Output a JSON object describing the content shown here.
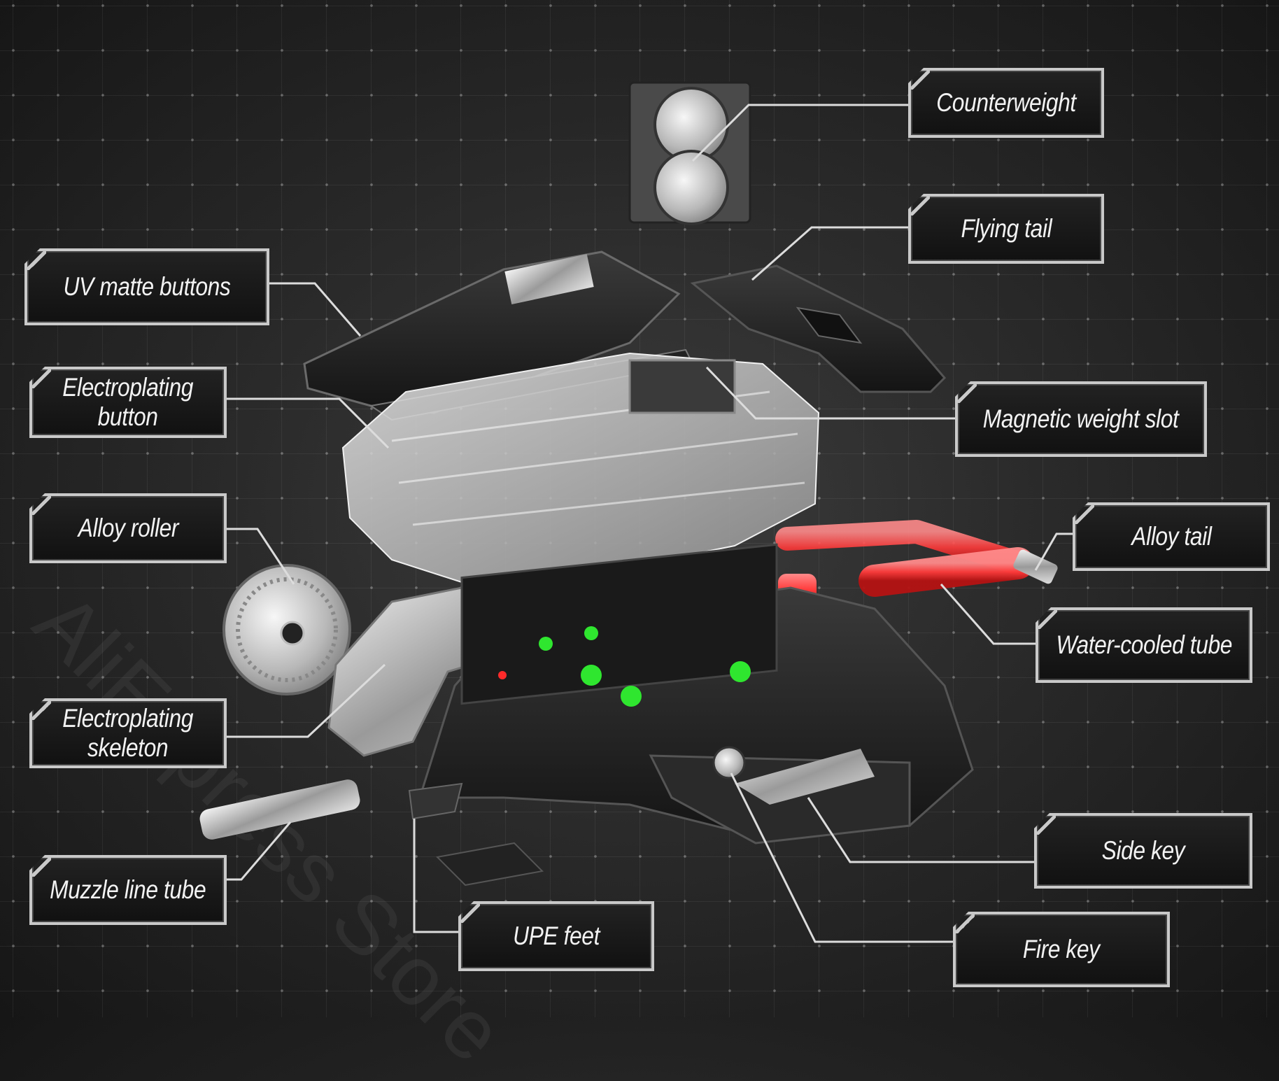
{
  "labels": {
    "counterweight": "Counterweight",
    "flying_tail": "Flying tail",
    "uv_matte_buttons": "UV matte buttons",
    "electroplating_button": "Electroplating\nbutton",
    "magnetic_weight_slot": "Magnetic weight slot",
    "alloy_roller": "Alloy roller",
    "alloy_tail": "Alloy tail",
    "water_cooled_tube": "Water-cooled tube",
    "electroplating_skeleton": "Electroplating\nskeleton",
    "muzzle_line_tube": "Muzzle line tube",
    "side_key": "Side key",
    "upe_feet": "UPE feet",
    "fire_key": "Fire key"
  },
  "watermark_text": "AliExpress Store",
  "colors": {
    "label_border": "#c9c9c9",
    "leader_line": "#dcdcdc",
    "tube_red": "#ff4a4a",
    "led_green": "#2fe62f"
  }
}
